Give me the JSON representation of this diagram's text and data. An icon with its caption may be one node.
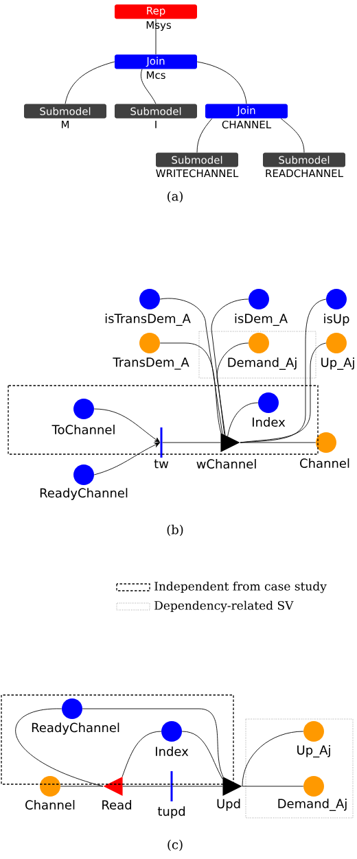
{
  "diagram": {
    "nodes": [
      {
        "text": [
          "Rep"
        ],
        "beside": [
          "Msys"
        ]
      },
      {
        "text": [
          "Join"
        ],
        "beside": [
          "Mcs"
        ]
      },
      {
        "text": [
          "Submodel"
        ],
        "beside": [
          "M"
        ]
      },
      {
        "text": [
          "Submodel"
        ],
        "beside": [
          "I"
        ]
      },
      {
        "text": [
          "Join"
        ],
        "beside": [
          "CHANNEL"
        ]
      },
      {
        "text": [
          "Submodel"
        ],
        "beside": [
          "WRITECHANNEL"
        ]
      },
      {
        "text": [
          "Submodel"
        ],
        "beside": [
          "READCHANNEL"
        ]
      },
      {
        "text": [
          "isTransDem_A"
        ]
      },
      {
        "text": [
          "isDem_A"
        ]
      },
      {
        "text": [
          "isUp"
        ]
      },
      {
        "text": [
          "TransDem_A"
        ]
      },
      {
        "text": [
          "Demand_Aj"
        ]
      },
      {
        "text": [
          "Up_Aj"
        ]
      },
      {
        "text": [
          "ToChannel"
        ]
      },
      {
        "text": [
          "Index"
        ]
      },
      {
        "text": [
          "tw"
        ]
      },
      {
        "text": [
          "wChannel"
        ]
      },
      {
        "text": [
          "Channel"
        ]
      },
      {
        "text": [
          "ReadyChannel"
        ]
      },
      {
        "text": [
          "ReadyChannel"
        ]
      },
      {
        "text": [
          "Index"
        ]
      },
      {
        "text": [
          "Up_Aj"
        ]
      },
      {
        "text": [
          "Channel"
        ]
      },
      {
        "text": [
          "Read"
        ]
      },
      {
        "text": [
          "tupd"
        ]
      },
      {
        "text": [
          "Upd"
        ]
      },
      {
        "text": [
          "Demand_Aj"
        ]
      }
    ],
    "edges": [
      {
        "from": 0,
        "to": 1,
        "arrow": "none"
      },
      {
        "from": 1,
        "to": 2,
        "arrow": "none"
      },
      {
        "from": 1,
        "to": 3,
        "arrow": "none"
      },
      {
        "from": 1,
        "to": 4,
        "arrow": "none"
      },
      {
        "from": 4,
        "to": 5,
        "arrow": "none"
      },
      {
        "from": 4,
        "to": 6,
        "arrow": "none"
      },
      {
        "from": 13,
        "to": 15,
        "arrow": "to"
      },
      {
        "from": 18,
        "to": 15,
        "arrow": "to"
      },
      {
        "from": 15,
        "to": 16,
        "arrow": "none"
      },
      {
        "from": 16,
        "to": 17,
        "arrow": "none"
      },
      {
        "from": 7,
        "to": 16,
        "arrow": "none"
      },
      {
        "from": 8,
        "to": 16,
        "arrow": "none"
      },
      {
        "from": 9,
        "to": 16,
        "arrow": "none"
      },
      {
        "from": 10,
        "to": 16,
        "arrow": "none"
      },
      {
        "from": 11,
        "to": 16,
        "arrow": "none"
      },
      {
        "from": 12,
        "to": 16,
        "arrow": "none"
      },
      {
        "from": 14,
        "to": 16,
        "arrow": "none"
      },
      {
        "from": 22,
        "to": 23,
        "arrow": "none"
      },
      {
        "from": 23,
        "to": 24,
        "arrow": "none"
      },
      {
        "from": 24,
        "to": 25,
        "arrow": "none"
      },
      {
        "from": 19,
        "to": 23,
        "arrow": "none"
      },
      {
        "from": 19,
        "to": 25,
        "arrow": "none"
      },
      {
        "from": 20,
        "to": 23,
        "arrow": "none"
      },
      {
        "from": 20,
        "to": 25,
        "arrow": "none"
      },
      {
        "from": 25,
        "to": 21,
        "arrow": "none"
      },
      {
        "from": 25,
        "to": 26,
        "arrow": "none"
      }
    ],
    "labels": [
      "(a)",
      "(b)",
      "(c)"
    ],
    "legend": [
      {
        "text": "Independent from case study"
      },
      {
        "text": "Dependency-related SV"
      }
    ]
  }
}
